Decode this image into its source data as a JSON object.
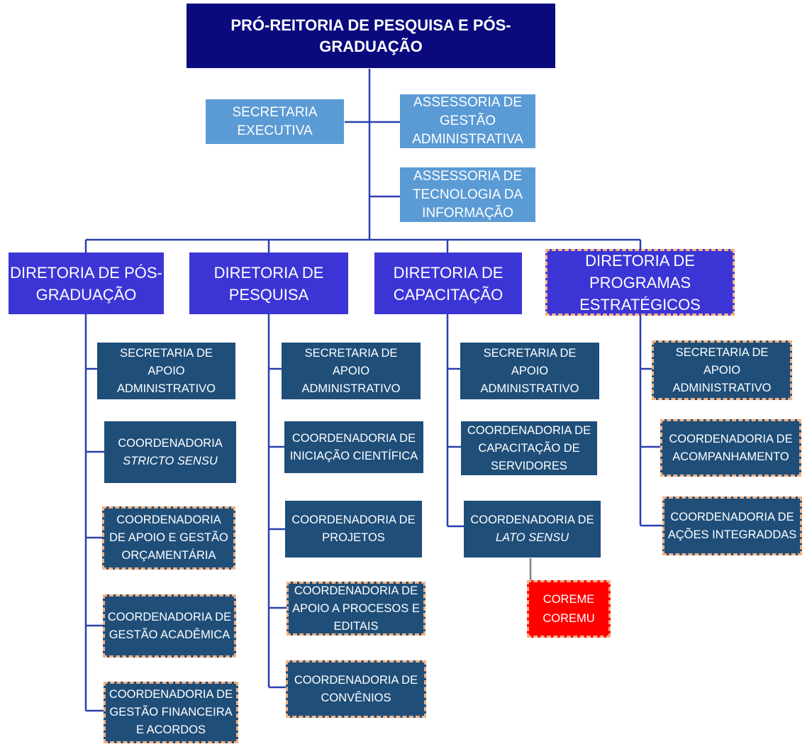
{
  "top": {
    "lines": [
      "PRÓ-REITORIA DE PESQUISA E PÓS-",
      "GRADUAÇÃO"
    ]
  },
  "assessorias": {
    "secretaria_executiva": {
      "lines": [
        "SECRETARIA",
        "EXECUTIVA"
      ]
    },
    "gestao_administrativa": {
      "lines": [
        "ASSESSORIA DE",
        "GESTÃO",
        "ADMINISTRATIVA"
      ]
    },
    "tecnologia_informacao": {
      "lines": [
        "ASSESSORIA DE",
        "TECNOLOGIA DA",
        "INFORMAÇÃO"
      ]
    }
  },
  "diretorias": [
    {
      "lines": [
        "DIRETORIA DE PÓS-",
        "GRADUAÇÃO"
      ],
      "units": [
        {
          "lines": [
            "SECRETARIA DE",
            "APOIO",
            "ADMINISTRATIVO"
          ],
          "dashed": false
        },
        {
          "lines": [
            "COORDENADORIA",
            "STRICTO SENSU"
          ],
          "italic_line": 1,
          "dashed": false
        },
        {
          "lines": [
            "COORDENADORIA",
            "DE APOIO E GESTÃO",
            "ORÇAMENTÁRIA"
          ],
          "dashed": true
        },
        {
          "lines": [
            "COORDENADORIA DE",
            "GESTÃO ACADÊMICA"
          ],
          "dashed": true
        },
        {
          "lines": [
            "COORDENADORIA DE",
            "GESTÃO FINANCEIRA",
            "E ACORDOS"
          ],
          "dashed": true
        }
      ]
    },
    {
      "lines": [
        "DIRETORIA DE",
        "PESQUISA"
      ],
      "units": [
        {
          "lines": [
            "SECRETARIA DE",
            "APOIO",
            "ADMINISTRATIVO"
          ],
          "dashed": false
        },
        {
          "lines": [
            "COORDENADORIA DE",
            "INICIAÇÃO CIENTÍFICA"
          ],
          "dashed": false
        },
        {
          "lines": [
            "COORDENADORIA DE",
            "PROJETOS"
          ],
          "dashed": false
        },
        {
          "lines": [
            "COORDENADORIA DE",
            "APOIO A PROCESOS E",
            "EDITAIS"
          ],
          "dashed": true
        },
        {
          "lines": [
            "COORDENADORIA DE",
            "CONVÊNIOS"
          ],
          "dashed": true
        }
      ]
    },
    {
      "lines": [
        "DIRETORIA DE",
        "CAPACITAÇÃO"
      ],
      "units": [
        {
          "lines": [
            "SECRETARIA DE",
            "APOIO",
            "ADMINISTRATIVO"
          ],
          "dashed": false
        },
        {
          "lines": [
            "COORDENADORIA DE",
            "CAPACITAÇÃO DE",
            "SERVIDORES"
          ],
          "dashed": false
        },
        {
          "lines": [
            "COORDENADORIA DE",
            "LATO SENSU"
          ],
          "italic_line": 1,
          "dashed": false
        }
      ]
    },
    {
      "lines": [
        "DIRETORIA DE",
        "PROGRAMAS",
        "ESTRATÉGICOS"
      ],
      "dashed": true,
      "units": [
        {
          "lines": [
            "SECRETARIA DE",
            "APOIO",
            "ADMINISTRATIVO"
          ],
          "dashed": true
        },
        {
          "lines": [
            "COORDENADORIA DE",
            "ACOMPANHAMENTO"
          ],
          "dashed": true
        },
        {
          "lines": [
            "COORDENADORIA DE",
            "AÇÕES INTEGRADDAS"
          ],
          "dashed": true
        }
      ]
    }
  ],
  "coreme": {
    "lines": [
      "COREME",
      "COREMU"
    ]
  },
  "colors": {
    "top": "#0a0a7e",
    "assessoria": "#5b9bd5",
    "diretoria": "#3c35d6",
    "unit": "#1f4e79",
    "coreme": "#ff0000",
    "connector": "#2a3fb0",
    "dashed_border": "#f4b183"
  }
}
